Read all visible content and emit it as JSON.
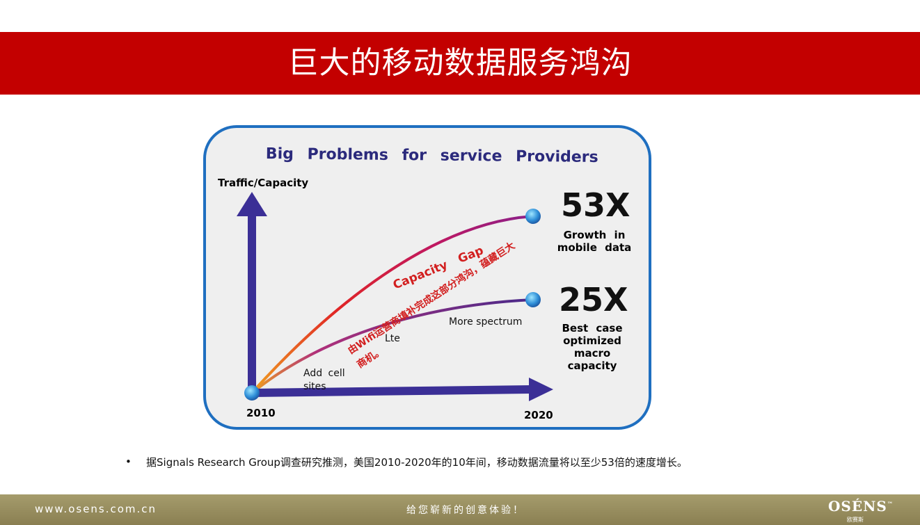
{
  "header": {
    "title": "巨大的移动数据服务鸿沟"
  },
  "diagram": {
    "title": "Big Problems for service Providers",
    "y_axis_label": "Traffic/Capacity",
    "start_year": "2010",
    "end_year": "2020",
    "growth_value": "53X",
    "growth_desc_line1": "Growth in",
    "growth_desc_line2": "mobile data",
    "capacity_value": "25X",
    "capacity_desc_line1": "Best case",
    "capacity_desc_line2": "optimized",
    "capacity_desc_line3": "macro",
    "capacity_desc_line4": "capacity",
    "label_add_line1": "Add cell",
    "label_add_line2": "sites",
    "label_lte": "Lte",
    "label_more": "More spectrum",
    "gap_label": "Capacity Gap",
    "note_line1": "由Wifi运营商填补完成这部分鸿沟，蕴藏巨大",
    "note_line2": "商机。",
    "colors": {
      "axis": "#3b2f96",
      "demand_curve": "#8a1f8a",
      "gap_text": "#d21f1f",
      "border": "#1f6fc0"
    }
  },
  "bullet": {
    "symbol": "•",
    "text": "据Signals Research Group调查研究推测，美国2010-2020年的10年间，移动数据流量将以至少53倍的速度增长。"
  },
  "footer": {
    "url": "www.osens.com.cn",
    "slogan": "给您崭新的创意体验！",
    "logo": "OSÉNS",
    "logo_tm": "™",
    "logo_sub": "欧赛斯"
  }
}
